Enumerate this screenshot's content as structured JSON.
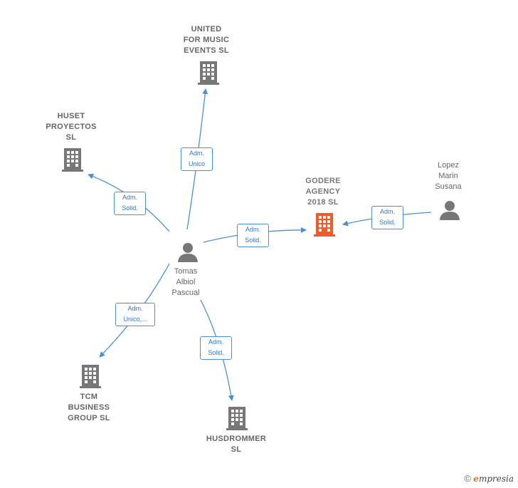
{
  "nodes": {
    "united": {
      "label": "UNITED\nFOR MUSIC\nEVENTS  SL",
      "type": "company"
    },
    "huset": {
      "label": "HUSET\nPROYECTOS\nSL",
      "type": "company"
    },
    "godere": {
      "label": "GODERE\nAGENCY\n2018  SL",
      "type": "company-focus"
    },
    "lopez": {
      "label": "Lopez\nMarin\nSusana",
      "type": "person"
    },
    "tomas": {
      "label": "Tomas\nAlbiol\nPascual",
      "type": "person"
    },
    "tcm": {
      "label": "TCM\nBUSINESS\nGROUP  SL",
      "type": "company"
    },
    "husdrommer": {
      "label": "HUSDROMMER\nSL",
      "type": "company"
    }
  },
  "edges": {
    "tomas_united": {
      "label": "Adm.\nUnico"
    },
    "tomas_huset": {
      "label": "Adm.\nSolid."
    },
    "tomas_godere": {
      "label": "Adm.\nSolid."
    },
    "lopez_godere": {
      "label": "Adm.\nSolid."
    },
    "tomas_tcm": {
      "label": "Adm.\nUnico,..."
    },
    "tomas_husdrommer": {
      "label": "Adm.\nSolid."
    }
  },
  "colors": {
    "company": "#777777",
    "focus": "#f15a29",
    "person": "#777777",
    "edge": "#4a8fd6"
  },
  "icons": {
    "company": "building-icon",
    "person": "person-icon"
  },
  "footer": {
    "copyright": "©",
    "brand_initial": "e",
    "brand_rest": "mpresia"
  }
}
